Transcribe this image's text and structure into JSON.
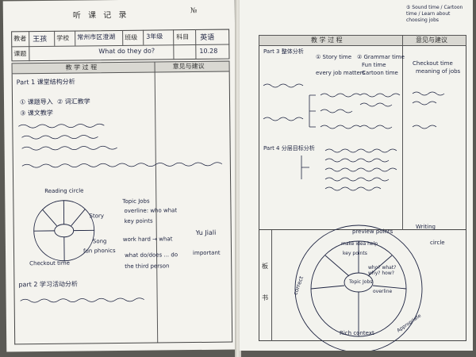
{
  "left": {
    "header_title": "听 课 记 录",
    "header_no": "№",
    "info_row1": {
      "teacher_label": "教者",
      "teacher_value": "王孩",
      "school_label": "学校",
      "school_value": "常州市区澄湖",
      "class_label": "班级",
      "class_value": "3年级",
      "subject_label": "科目",
      "subject_value": "英语"
    },
    "info_row2": {
      "topic_label": "课题",
      "topic_value": "What do they do?",
      "date_value": "10.28"
    },
    "col_process": "教 学 过 程",
    "col_advice": "意见与建议",
    "notes": [
      "Part 1 课堂结构分析",
      "① 课题导入",
      "② 词汇教学",
      "③ 课文教学",
      "Reading circle",
      "Topic Jobs",
      "overline: who what",
      "key points",
      "work hard → what",
      "what do/does ... do",
      "the third person",
      "Yu Jiali",
      "important",
      "Story",
      "Song",
      "fun phonics",
      "part 2 学习活动分析",
      "Checkout time"
    ]
  },
  "right": {
    "corner_note": "⑤ Sound time / Cartoon time / Learn about choosing jobs",
    "col_process": "教 学 过 程",
    "col_advice": "意见与建议",
    "notes": [
      "Part 3 整体分析",
      "① Story time",
      "every job matters",
      "② Grammar time",
      "Fun time",
      "Cartoon time",
      "Checkout time",
      "meaning of jobs",
      "Part 4 分层目标分析",
      "Writing",
      "circle",
      "preview points",
      "make idea help",
      "key points",
      "Topic Jobs",
      "who? what? why? how?",
      "overline",
      "Rich context",
      "correct",
      "Appropriate"
    ],
    "side_label_top": "板",
    "side_label_bottom": "书"
  }
}
